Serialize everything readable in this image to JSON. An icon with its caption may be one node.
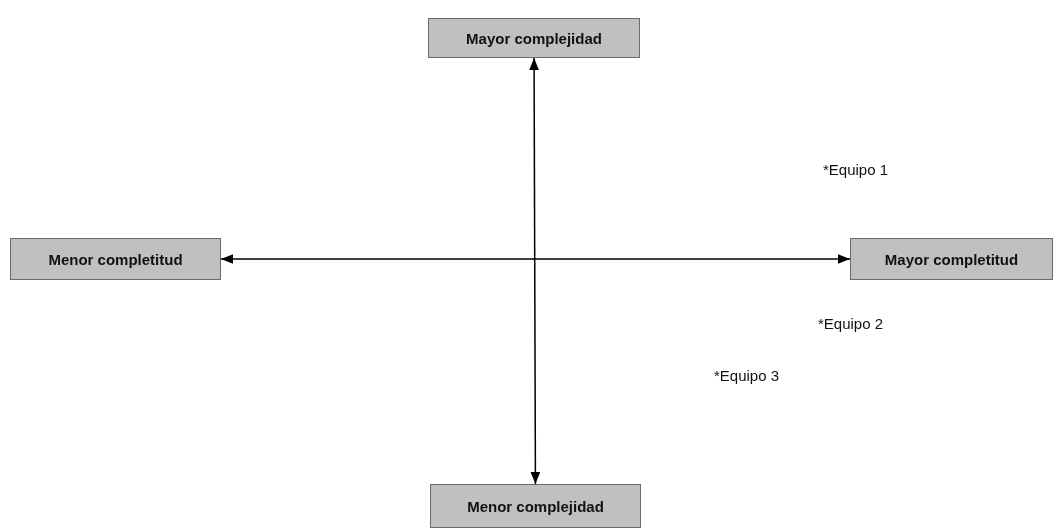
{
  "diagram": {
    "nodes": [
      {
        "text": [
          "Mayor complejidad"
        ]
      },
      {
        "text": [
          "Menor completitud"
        ]
      },
      {
        "text": [
          "Mayor completitud"
        ]
      },
      {
        "text": [
          "Menor complejidad"
        ]
      }
    ],
    "edges": [
      {
        "from": 3,
        "to": 0,
        "arrow": "both"
      },
      {
        "from": 1,
        "to": 2,
        "arrow": "both"
      }
    ],
    "labels": [
      "*Equipo 1",
      "*Equipo 2",
      "*Equipo 3"
    ]
  }
}
